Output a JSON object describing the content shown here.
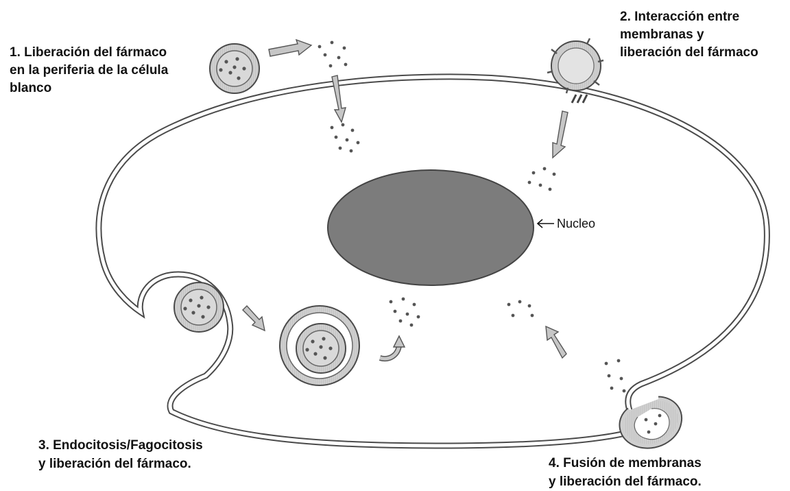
{
  "labels": {
    "step1": [
      "1. Liberación del fármaco",
      "en la periferia de la célula",
      "blanco"
    ],
    "step2": [
      "2. Interacción entre",
      "membranas y",
      "liberación del fármaco"
    ],
    "step3": [
      "3. Endocitosis/Fagocitosis",
      "y liberación del fármaco."
    ],
    "step4": [
      "4. Fusión de membranas",
      "y liberación del fármaco."
    ],
    "nucleus": "Nucleo"
  },
  "colors": {
    "nucleus_fill": "#7c7c7c",
    "carrier_fill": "#a8a8a8",
    "carrier_core": "#d4d4d4",
    "dot": "#555555",
    "arrow_fill": "#c6c6c6",
    "outline": "#4a4a4a"
  }
}
